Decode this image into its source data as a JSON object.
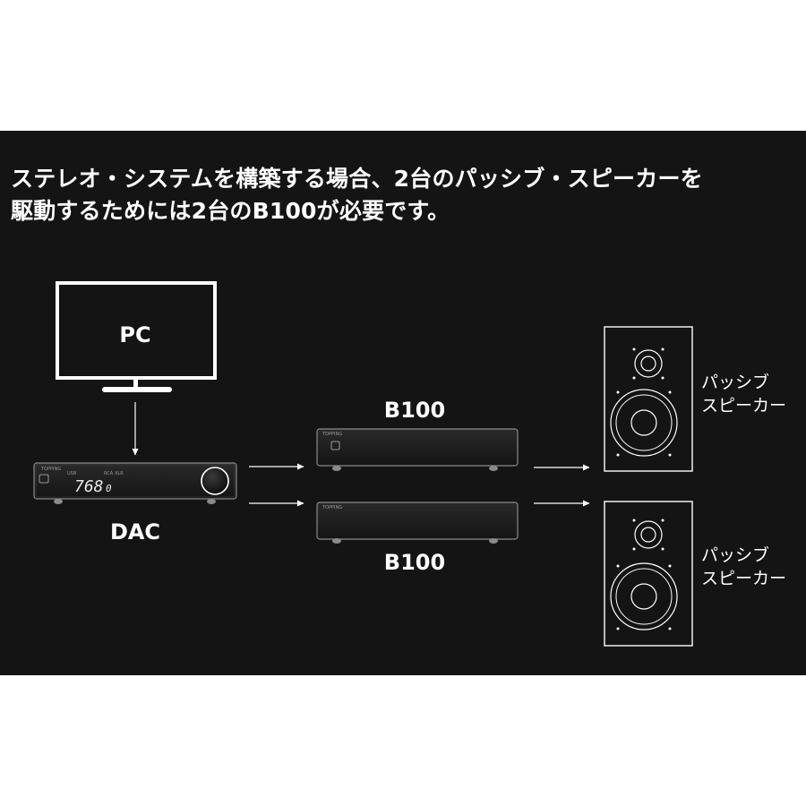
{
  "headline": {
    "line1": "ステレオ・システムを構築する場合、2台のパッシブ・スピーカーを",
    "line2": "駆動するためには2台のB100が必要です。"
  },
  "pc": {
    "label": "PC"
  },
  "dac": {
    "label": "DAC",
    "display_value": "768",
    "display_suffix": "0",
    "brand_text": "TOPPING",
    "input_tags": [
      "USB",
      "RCA",
      "XLR"
    ]
  },
  "amplifiers": [
    {
      "label": "B100",
      "brand_text": "TOPPING"
    },
    {
      "label": "B100",
      "brand_text": "TOPPING"
    }
  ],
  "speakers": [
    {
      "label_line1": "パッシブ",
      "label_line2": "スピーカー"
    },
    {
      "label_line1": "パッシブ",
      "label_line2": "スピーカー"
    }
  ],
  "colors": {
    "background": "#141414",
    "foreground": "#ffffff",
    "device_body": "#1c1c1c",
    "dac_display": "#e8e8e8"
  }
}
